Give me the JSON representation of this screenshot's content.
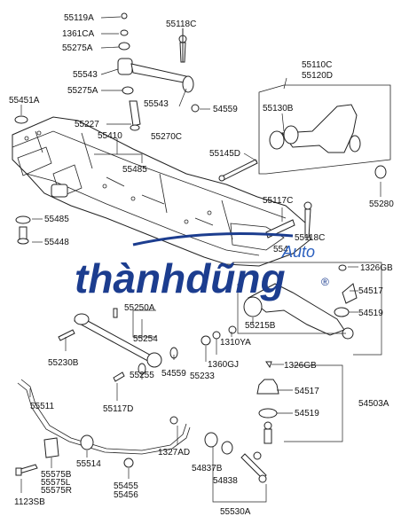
{
  "labels": {
    "p55119A": "55119A",
    "p1361CA": "1361CA",
    "p55275A_1": "55275A",
    "p55543_l": "55543",
    "p55275A_2": "55275A",
    "p55118C_top": "55118C",
    "p55543_r": "55543",
    "p55270C": "55270C",
    "p54559_top": "54559",
    "p55110C": "55110C",
    "p55120D": "55120D",
    "p55130B": "55130B",
    "p55451A": "55451A",
    "p55227": "55227",
    "p55410": "55410",
    "p55485_top": "55485",
    "p55145D": "55145D",
    "p55280": "55280",
    "p55117C_top": "55117C",
    "p55485_l": "55485",
    "p55448": "55448",
    "p55118C_mid": "55118C",
    "p554_mid": "554",
    "p1326GB_top": "1326GB",
    "p54517_top": "54517",
    "p54519_top": "54519",
    "p55215B": "55215B",
    "p55250A": "55250A",
    "p55254": "55254",
    "p1310YA": "1310YA",
    "p55230B": "55230B",
    "p54559_mid": "54559",
    "p55233": "55233",
    "p1360GJ": "1360GJ",
    "p55255": "55255",
    "p55117D": "55117D",
    "p1326GB_bot": "1326GB",
    "p54517_bot": "54517",
    "p54503A": "54503A",
    "p54519_bot": "54519",
    "p55511": "55511",
    "p1327AD": "1327AD",
    "p55514": "55514",
    "p55575B": "55575B",
    "p55575L": "55575L",
    "p55575R": "55575R",
    "p55455": "55455",
    "p55456": "55456",
    "p54837B": "54837B",
    "p54838": "54838",
    "p1123SB": "1123SB",
    "p55530A": "55530A"
  },
  "watermark": {
    "main": "thànhdũng",
    "sub": "Auto",
    "reg": "®",
    "color_main": "#1c3d8f",
    "color_accent": "#2a5fbf"
  }
}
